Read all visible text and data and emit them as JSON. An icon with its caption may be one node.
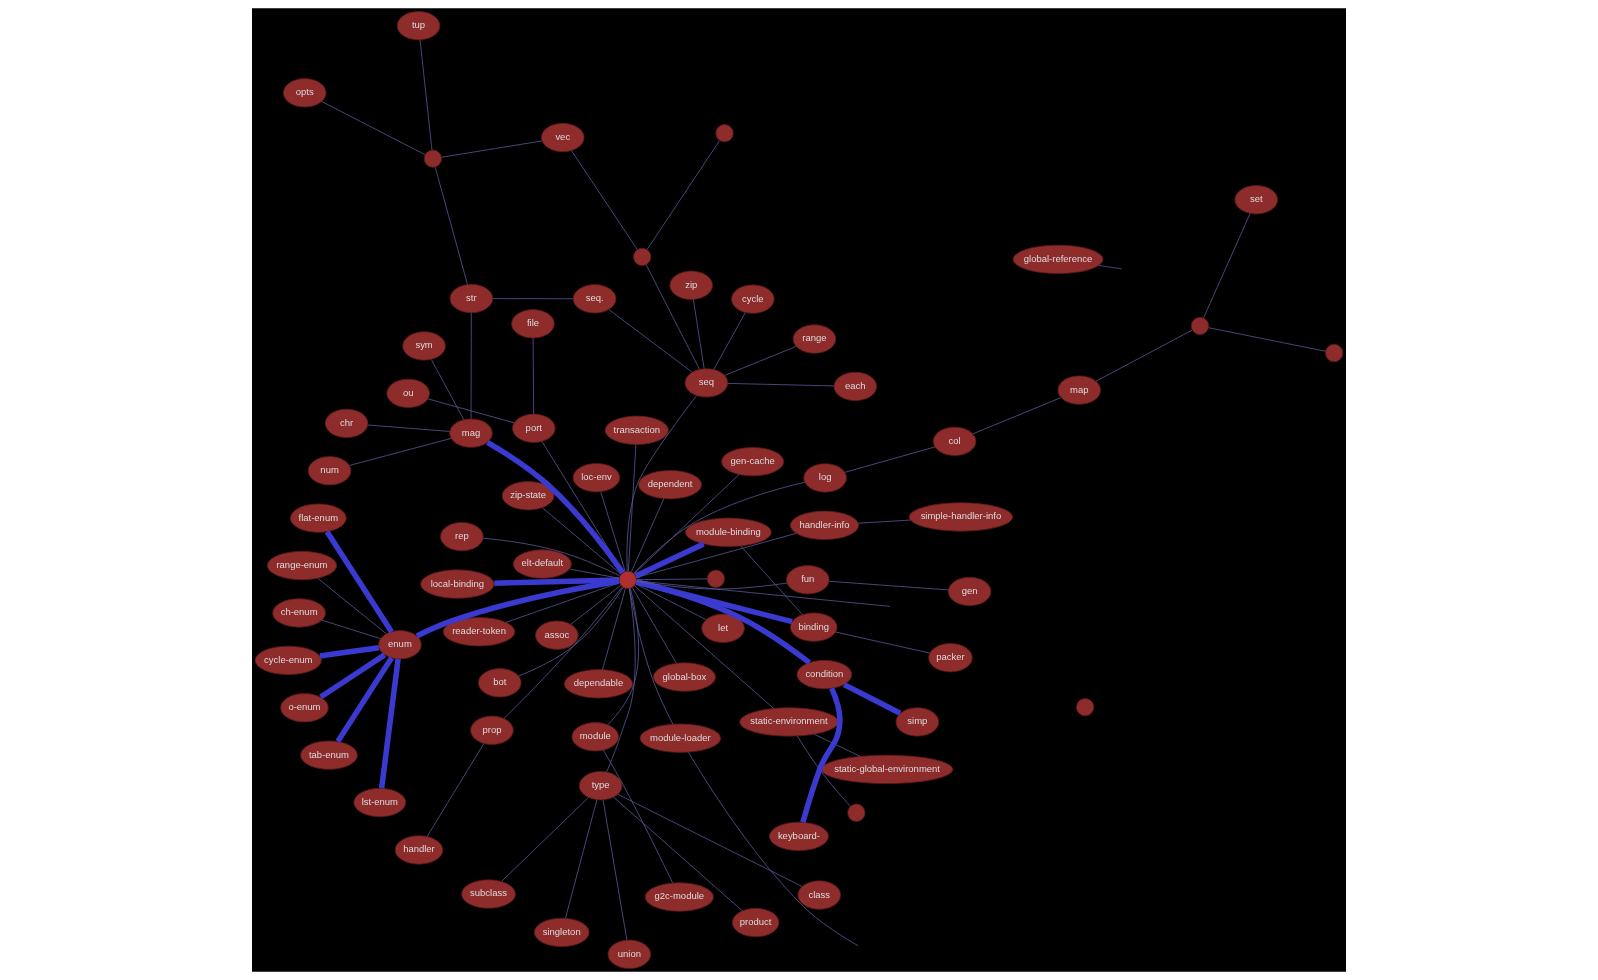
{
  "diagram": {
    "nodes": [
      {
        "text": [],
        "shape": "circle"
      },
      {
        "text": [
          "type"
        ]
      },
      {
        "text": [
          "product"
        ]
      },
      {
        "text": [
          "subclass"
        ]
      },
      {
        "text": [
          "class"
        ]
      },
      {
        "text": [
          "singleton"
        ]
      },
      {
        "text": [
          "union"
        ]
      },
      {
        "text": [
          "module-loader"
        ]
      },
      {
        "text": [
          "static-environment"
        ]
      },
      {
        "text": [
          "static-global-environment"
        ]
      },
      {
        "text": [],
        "shape": "circle"
      },
      {
        "text": [
          "local-binding"
        ]
      },
      {
        "text": [],
        "shape": "circle"
      },
      {
        "text": [
          "packer"
        ]
      },
      {
        "text": [
          "module-binding"
        ]
      },
      {
        "text": [
          "binding"
        ]
      },
      {
        "text": [
          "dependable"
        ]
      },
      {
        "text": [
          "zip-state"
        ]
      },
      {
        "text": [
          "log"
        ]
      },
      {
        "text": [
          "elt-default"
        ]
      },
      {
        "text": [
          "bot"
        ]
      },
      {
        "text": [
          "set"
        ]
      },
      {
        "text": [],
        "shape": "circle"
      },
      {
        "text": [],
        "shape": "circle"
      },
      {
        "text": [
          "map"
        ]
      },
      {
        "text": [
          "assoc"
        ]
      },
      {
        "text": [
          "gen-cache"
        ]
      },
      {
        "text": [
          "module"
        ]
      },
      {
        "text": [
          "g2c-module"
        ]
      },
      {
        "text": [
          "global-box"
        ]
      },
      {
        "text": [
          "prop"
        ]
      },
      {
        "text": [
          "let"
        ]
      },
      {
        "text": [
          "handler"
        ]
      },
      {
        "text": [
          "loc-env"
        ]
      },
      {
        "text": [
          "dependent"
        ]
      },
      {
        "text": [
          "handler-info"
        ]
      },
      {
        "text": [
          "simple-handler-info"
        ]
      },
      {
        "text": [
          "transaction"
        ]
      },
      {
        "text": [
          "rep"
        ]
      },
      {
        "text": [
          "reader-token"
        ]
      },
      {
        "text": [
          "col"
        ]
      },
      {
        "text": [
          "port"
        ]
      },
      {
        "text": [
          "ou"
        ]
      },
      {
        "text": [
          "file"
        ]
      },
      {
        "text": [
          "condition"
        ]
      },
      {
        "text": [
          "keyboard-"
        ]
      },
      {
        "text": [
          "simp"
        ]
      },
      {
        "text": [
          "mag"
        ]
      },
      {
        "text": [
          "chr"
        ]
      },
      {
        "text": [
          "sym"
        ]
      },
      {
        "text": [
          "num"
        ]
      },
      {
        "text": [
          "seq"
        ]
      },
      {
        "text": [
          "cycle"
        ]
      },
      {
        "text": [
          "zip"
        ]
      },
      {
        "text": [
          "range"
        ]
      },
      {
        "text": [
          "each"
        ]
      },
      {
        "text": [
          "seq."
        ]
      },
      {
        "text": [
          "str"
        ]
      },
      {
        "text": [
          "tup"
        ]
      },
      {
        "text": [],
        "shape": "circle"
      },
      {
        "text": [
          "opts"
        ]
      },
      {
        "text": [
          "vec"
        ]
      },
      {
        "text": [],
        "shape": "circle"
      },
      {
        "text": [],
        "shape": "circle"
      },
      {
        "text": [
          "fun"
        ]
      },
      {
        "text": [
          "enum"
        ]
      },
      {
        "text": [
          "lst-enum"
        ]
      },
      {
        "text": [
          "gen"
        ]
      },
      {
        "text": [
          "tab-enum"
        ]
      },
      {
        "text": [
          "ch-enum"
        ]
      },
      {
        "text": [
          "o-enum"
        ]
      },
      {
        "text": [
          "flat-enum"
        ]
      },
      {
        "text": [
          "range-enum"
        ]
      },
      {
        "text": [
          "cycle-enum"
        ]
      },
      {
        "text": [
          "global-reference"
        ]
      },
      {
        "text": [],
        "shape": "circle"
      }
    ],
    "edges": [
      {
        "from": 0,
        "to": 7,
        "arrow": "none"
      },
      {
        "from": 7,
        "to": null,
        "arrow": "none"
      },
      {
        "from": 0,
        "to": 8,
        "arrow": "none"
      },
      {
        "from": 8,
        "to": 9,
        "arrow": "none"
      },
      {
        "from": 8,
        "to": 10,
        "arrow": "none"
      },
      {
        "from": 0,
        "to": 11,
        "arrow": "none",
        "style": "thick"
      },
      {
        "from": 0,
        "to": 12,
        "arrow": "none"
      },
      {
        "from": 0,
        "to": 15,
        "arrow": "none",
        "style": "thick"
      },
      {
        "from": 15,
        "to": 13,
        "arrow": "none"
      },
      {
        "from": 15,
        "to": 14,
        "arrow": "none"
      },
      {
        "from": 0,
        "to": 14,
        "arrow": "none",
        "style": "thick"
      },
      {
        "from": 0,
        "to": 16,
        "arrow": "none"
      },
      {
        "from": 0,
        "to": 17,
        "arrow": "none"
      },
      {
        "from": 0,
        "to": 18,
        "arrow": "none"
      },
      {
        "from": 0,
        "to": 19,
        "arrow": "none"
      },
      {
        "from": 0,
        "to": 20,
        "arrow": "none"
      },
      {
        "from": 21,
        "to": 23,
        "arrow": "none"
      },
      {
        "from": 22,
        "to": 23,
        "arrow": "none"
      },
      {
        "from": 23,
        "to": 24,
        "arrow": "none"
      },
      {
        "from": 24,
        "to": 40,
        "arrow": "none"
      },
      {
        "from": 18,
        "to": 40,
        "arrow": "none"
      },
      {
        "from": 0,
        "to": 25,
        "arrow": "none"
      },
      {
        "from": 0,
        "to": 26,
        "arrow": "none"
      },
      {
        "from": 0,
        "to": 1,
        "arrow": "none"
      },
      {
        "from": 1,
        "to": 2,
        "arrow": "none"
      },
      {
        "from": 1,
        "to": 3,
        "arrow": "none"
      },
      {
        "from": 1,
        "to": 4,
        "arrow": "none"
      },
      {
        "from": 1,
        "to": 5,
        "arrow": "none"
      },
      {
        "from": 1,
        "to": 6,
        "arrow": "none"
      },
      {
        "from": 0,
        "to": 27,
        "arrow": "none"
      },
      {
        "from": 27,
        "to": 28,
        "arrow": "none"
      },
      {
        "from": 0,
        "to": 29,
        "arrow": "none"
      },
      {
        "from": 0,
        "to": 30,
        "arrow": "none"
      },
      {
        "from": 30,
        "to": 32,
        "arrow": "none"
      },
      {
        "from": 0,
        "to": 31,
        "arrow": "none"
      },
      {
        "from": 0,
        "to": 33,
        "arrow": "none"
      },
      {
        "from": 0,
        "to": 34,
        "arrow": "none"
      },
      {
        "from": 0,
        "to": 35,
        "arrow": "none"
      },
      {
        "from": 35,
        "to": 36,
        "arrow": "none"
      },
      {
        "from": 0,
        "to": 37,
        "arrow": "none"
      },
      {
        "from": 0,
        "to": 38,
        "arrow": "none"
      },
      {
        "from": 0,
        "to": 39,
        "arrow": "none"
      },
      {
        "from": 0,
        "to": 41,
        "arrow": "none"
      },
      {
        "from": 41,
        "to": 42,
        "arrow": "none"
      },
      {
        "from": 41,
        "to": 43,
        "arrow": "none"
      },
      {
        "from": 0,
        "to": 44,
        "arrow": "none",
        "style": "thick"
      },
      {
        "from": 44,
        "to": 45,
        "arrow": "none",
        "style": "thick"
      },
      {
        "from": 44,
        "to": 46,
        "arrow": "none",
        "style": "thick"
      },
      {
        "from": 0,
        "to": 47,
        "arrow": "none",
        "style": "thick"
      },
      {
        "from": 47,
        "to": 48,
        "arrow": "none"
      },
      {
        "from": 47,
        "to": 49,
        "arrow": "none"
      },
      {
        "from": 47,
        "to": 50,
        "arrow": "none"
      },
      {
        "from": 47,
        "to": 57,
        "arrow": "none"
      },
      {
        "from": 0,
        "to": 51,
        "arrow": "none"
      },
      {
        "from": 51,
        "to": 52,
        "arrow": "none"
      },
      {
        "from": 51,
        "to": 53,
        "arrow": "none"
      },
      {
        "from": 51,
        "to": 54,
        "arrow": "none"
      },
      {
        "from": 51,
        "to": 55,
        "arrow": "none"
      },
      {
        "from": 51,
        "to": 56,
        "arrow": "none"
      },
      {
        "from": 56,
        "to": 57,
        "arrow": "none"
      },
      {
        "from": 57,
        "to": 59,
        "arrow": "none"
      },
      {
        "from": 58,
        "to": 59,
        "arrow": "none"
      },
      {
        "from": 59,
        "to": 60,
        "arrow": "none"
      },
      {
        "from": 59,
        "to": 61,
        "arrow": "none"
      },
      {
        "from": 61,
        "to": 62,
        "arrow": "none"
      },
      {
        "from": 51,
        "to": 62,
        "arrow": "none"
      },
      {
        "from": 62,
        "to": 63,
        "arrow": "none"
      },
      {
        "from": 0,
        "to": 64,
        "arrow": "none"
      },
      {
        "from": 64,
        "to": 67,
        "arrow": "none"
      },
      {
        "from": 0,
        "to": 65,
        "arrow": "none",
        "style": "thick"
      },
      {
        "from": 65,
        "to": 66,
        "arrow": "none",
        "style": "thick"
      },
      {
        "from": 65,
        "to": 68,
        "arrow": "none",
        "style": "thick"
      },
      {
        "from": 65,
        "to": 69,
        "arrow": "none"
      },
      {
        "from": 65,
        "to": 70,
        "arrow": "none",
        "style": "thick"
      },
      {
        "from": 65,
        "to": 71,
        "arrow": "none",
        "style": "thick"
      },
      {
        "from": 65,
        "to": 72,
        "arrow": "none"
      },
      {
        "from": 65,
        "to": 73,
        "arrow": "none",
        "style": "thick"
      },
      {
        "from": 74,
        "to": null,
        "arrow": "none"
      },
      {
        "from": 0,
        "to": null,
        "arrow": "none"
      }
    ]
  }
}
